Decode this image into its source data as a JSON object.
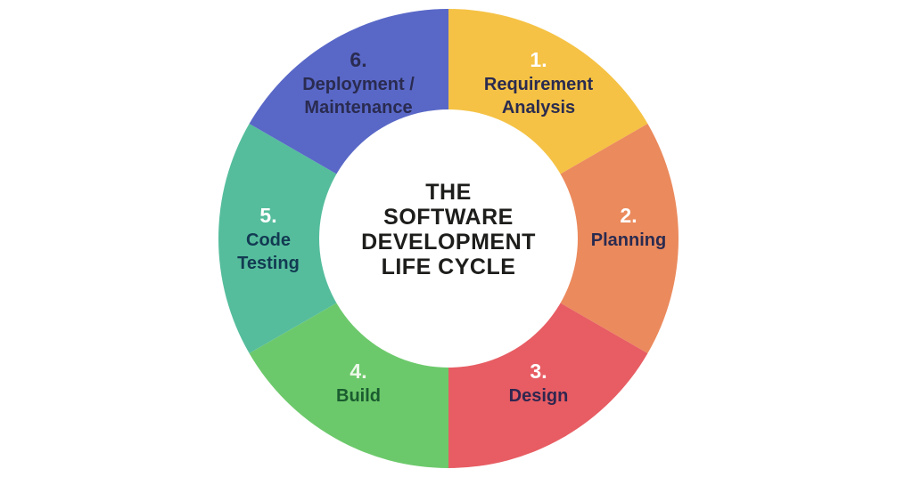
{
  "page": {
    "background_color": "#ffffff"
  },
  "center": {
    "title_lines": [
      "THE",
      "SOFTWARE",
      "DEVELOPMENT",
      "LIFE CYCLE"
    ],
    "title_text": "THE SOFTWARE DEVELOPMENT LIFE CYCLE",
    "title_color": "#1d1d1b",
    "circle_color": "#ffffff"
  },
  "chart_data": {
    "type": "pie",
    "title": "The Software Development Life Cycle",
    "layout": "donut, 6 equal segments, clockwise from top",
    "equal_segments": true,
    "segments": [
      {
        "number": "1.",
        "label_lines": [
          "Requirement",
          "Analysis"
        ],
        "label": "Requirement Analysis",
        "value": 60,
        "color": "#f5c245",
        "number_color": "#ffffff",
        "label_color": "#2a2b50"
      },
      {
        "number": "2.",
        "label_lines": [
          "Planning"
        ],
        "label": "Planning",
        "value": 60,
        "color": "#eb8a5d",
        "number_color": "#ffffff",
        "label_color": "#2a2b50"
      },
      {
        "number": "3.",
        "label_lines": [
          "Design"
        ],
        "label": "Design",
        "value": 60,
        "color": "#e75d63",
        "number_color": "#ffffff",
        "label_color": "#302650"
      },
      {
        "number": "4.",
        "label_lines": [
          "Build"
        ],
        "label": "Build",
        "value": 60,
        "color": "#6cc96b",
        "number_color": "#edf8ea",
        "label_color": "#1a5c2f"
      },
      {
        "number": "5.",
        "label_lines": [
          "Code",
          "Testing"
        ],
        "label": "Code Testing",
        "value": 60,
        "color": "#55bd9c",
        "number_color": "#ffffff",
        "label_color": "#123a52"
      },
      {
        "number": "6.",
        "label_lines": [
          "Deployment /",
          "Maintenance"
        ],
        "label": "Deployment / Maintenance",
        "value": 60,
        "color": "#5968c7",
        "number_color": "#2a2b50",
        "label_color": "#2a2b50"
      }
    ]
  }
}
